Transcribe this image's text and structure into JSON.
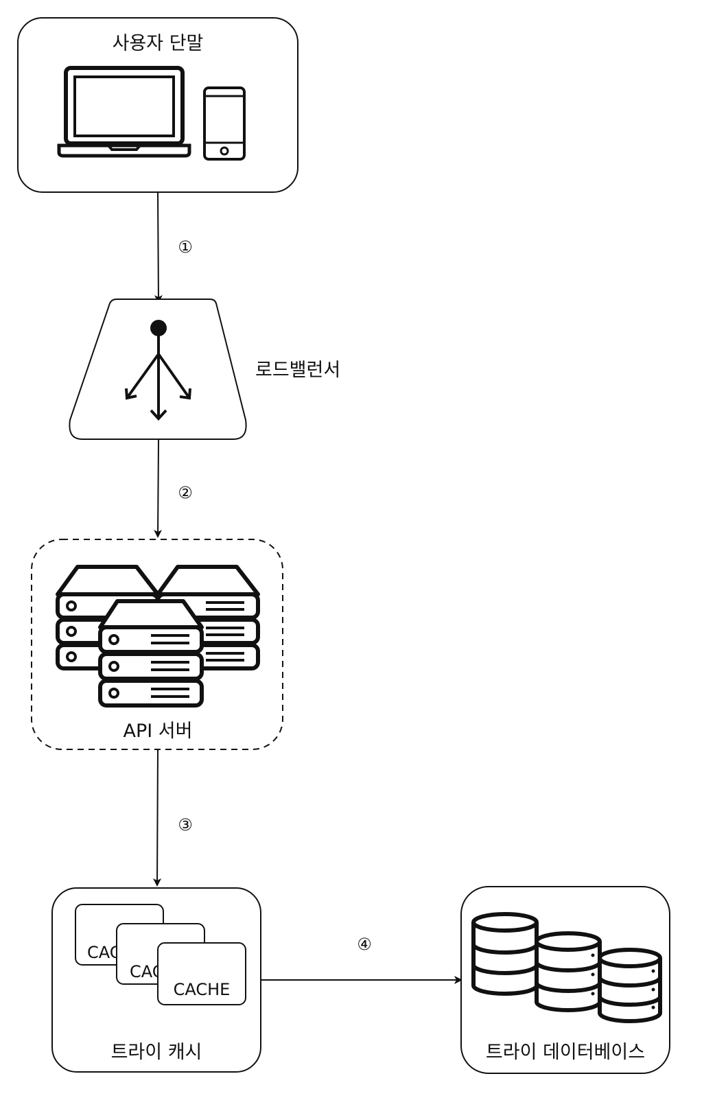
{
  "nodes": {
    "client": {
      "label": "사용자 단말"
    },
    "load_balancer": {
      "label": "로드밸런서"
    },
    "api_server": {
      "label": "API 서버"
    },
    "trie_cache": {
      "label": "트라이 캐시",
      "cache_card_text": "CACHE"
    },
    "trie_db": {
      "label": "트라이 데이터베이스"
    }
  },
  "edges": [
    {
      "from": "client",
      "to": "load_balancer",
      "step": "①"
    },
    {
      "from": "load_balancer",
      "to": "api_server",
      "step": "②"
    },
    {
      "from": "api_server",
      "to": "trie_cache",
      "step": "③"
    },
    {
      "from": "trie_cache",
      "to": "trie_db",
      "step": "④"
    }
  ]
}
